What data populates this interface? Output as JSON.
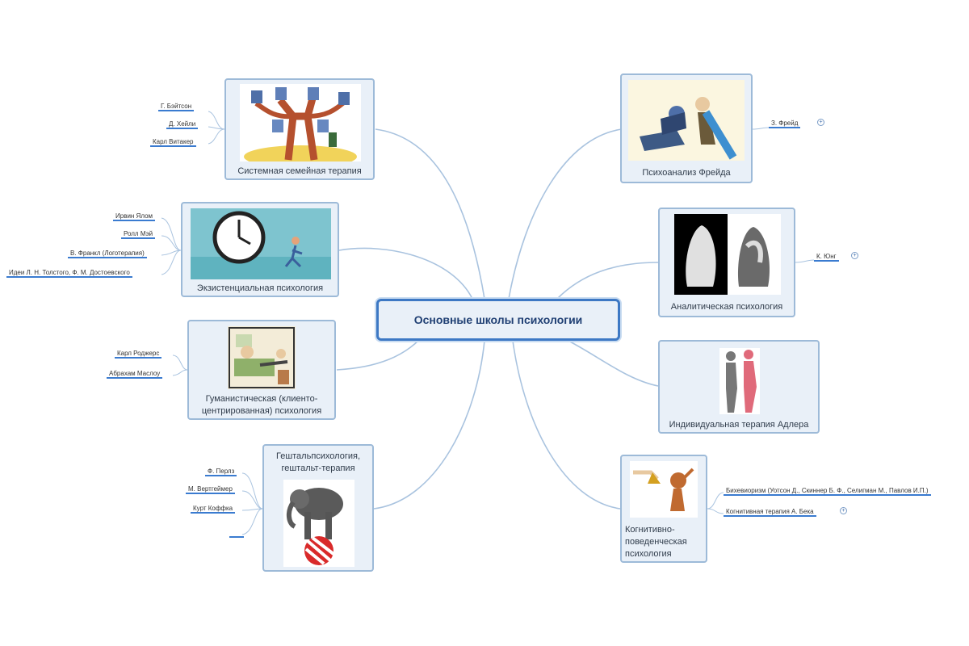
{
  "center": {
    "label": "Основные школы психологии"
  },
  "nodes": {
    "systemic": {
      "label": "Системная семейная терапия",
      "leaves": [
        "Г. Бэйтсон",
        "Д. Хейли",
        "Карл Витакер"
      ]
    },
    "existential": {
      "label": "Экзистенциальная психология",
      "leaves": [
        "Ирвин Ялом",
        "Ролл Мэй",
        "В. Франкл (Логотерапия)",
        "Идеи Л. Н. Толстого, Ф. М. Достоевского"
      ]
    },
    "humanistic": {
      "label": "Гуманистическая (клиенто-центрированная) психология",
      "label_line1": "Гуманистическая (клиенто-",
      "label_line2": "центрированная) психология",
      "leaves": [
        "Карл Роджерс",
        "Абрахам Маслоу"
      ]
    },
    "gestalt": {
      "label_line1": "Гештальпсихология,",
      "label_line2": "гештальт-терапия",
      "leaves": [
        "Ф. Перлз",
        "М. Вертгеймер",
        "Курт Коффка",
        ""
      ]
    },
    "freud": {
      "label": "Психоанализ Фрейда",
      "leaves": [
        "З. Фрейд"
      ]
    },
    "analytic": {
      "label": "Аналитическая психология",
      "leaves": [
        "К. Юнг"
      ]
    },
    "adler": {
      "label": "Индивидуальная терапия Адлера"
    },
    "cognitive": {
      "label_line1": "Когнитивно-",
      "label_line2": "поведенческая",
      "label_line3": "психология",
      "leaves": [
        "Бихевиоризм (Уотсон Д., Скиннер Б. Ф., Селигман М., Павлов И.П.)",
        "Когнитивная терапия А. Бека"
      ]
    }
  },
  "colors": {
    "branch": "#a9c3df",
    "leaf_underline": "#3a7bd0",
    "center_border": "#3d78c4",
    "node_fill": "#e9f0f8"
  },
  "icons": [
    "expand-plus-icon"
  ]
}
